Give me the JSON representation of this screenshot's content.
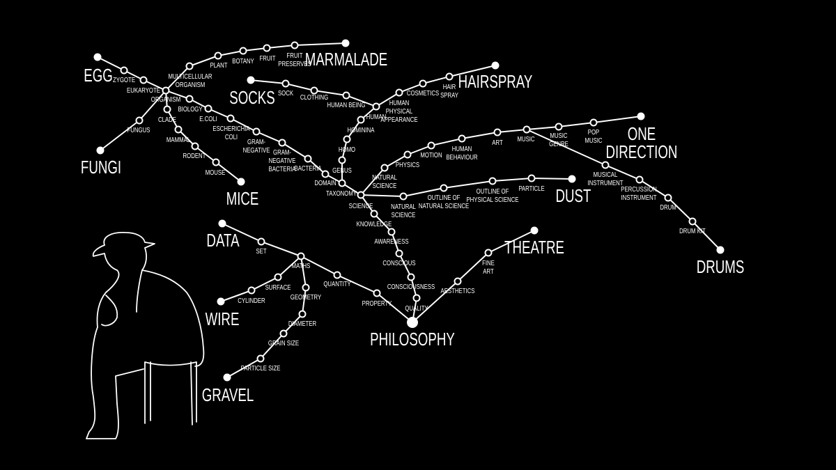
{
  "nodes": [
    {
      "id": "egg",
      "type": "end",
      "label": [
        "EGG"
      ]
    },
    {
      "id": "zygote",
      "type": "mid",
      "label": [
        "ZYGOTE"
      ]
    },
    {
      "id": "eukaryote",
      "type": "mid",
      "label": [
        "EUKARYOTE"
      ]
    },
    {
      "id": "organism",
      "type": "mid",
      "label": [
        "ORGANISM"
      ]
    },
    {
      "id": "multicellular",
      "type": "mid",
      "label": [
        "MULTICELLULAR",
        "ORGANISM"
      ]
    },
    {
      "id": "plant",
      "type": "mid",
      "label": [
        "PLANT"
      ]
    },
    {
      "id": "botany",
      "type": "mid",
      "label": [
        "BOTANY"
      ]
    },
    {
      "id": "fruit",
      "type": "mid",
      "label": [
        "FRUIT"
      ]
    },
    {
      "id": "fruitpreserves",
      "type": "mid",
      "label": [
        "FRUIT",
        "PRESERVES"
      ]
    },
    {
      "id": "marmalade",
      "type": "end",
      "label": [
        "MARMALADE"
      ]
    },
    {
      "id": "biology",
      "type": "mid",
      "label": [
        "BIOLOGY"
      ]
    },
    {
      "id": "ecoli",
      "type": "mid",
      "label": [
        "E.COLI"
      ]
    },
    {
      "id": "escherichia",
      "type": "mid",
      "label": [
        "ESCHERICHIA",
        "COLI"
      ]
    },
    {
      "id": "gramneg",
      "type": "mid",
      "label": [
        "GRAM-",
        "NEGATIVE"
      ]
    },
    {
      "id": "gramnegbact",
      "type": "mid",
      "label": [
        "GRAM-",
        "NEGATIVE",
        "BACTERIA"
      ]
    },
    {
      "id": "bacteria",
      "type": "mid",
      "label": [
        "BACTERIA"
      ]
    },
    {
      "id": "domain",
      "type": "mid",
      "label": [
        "DOMAIN"
      ]
    },
    {
      "id": "taxonomy",
      "type": "mid",
      "label": [
        "TAXONOMY"
      ]
    },
    {
      "id": "science",
      "type": "mid",
      "label": [
        "SCIENCE"
      ]
    },
    {
      "id": "fungus",
      "type": "mid",
      "label": [
        "FUNGUS"
      ]
    },
    {
      "id": "fungi",
      "type": "end",
      "label": [
        "FUNGI"
      ]
    },
    {
      "id": "clade",
      "type": "mid",
      "label": [
        "CLADE"
      ]
    },
    {
      "id": "mammal",
      "type": "mid",
      "label": [
        "MAMMAL"
      ]
    },
    {
      "id": "rodent",
      "type": "mid",
      "label": [
        "RODENT"
      ]
    },
    {
      "id": "mouse",
      "type": "mid",
      "label": [
        "MOUSE"
      ]
    },
    {
      "id": "mice",
      "type": "end",
      "label": [
        "MICE"
      ]
    },
    {
      "id": "socks",
      "type": "end",
      "label": [
        "SOCKS"
      ]
    },
    {
      "id": "sock",
      "type": "mid",
      "label": [
        "SOCK"
      ]
    },
    {
      "id": "clothing",
      "type": "mid",
      "label": [
        "CLOTHING"
      ]
    },
    {
      "id": "humanbeing",
      "type": "mid",
      "label": [
        "HUMAN BEING"
      ]
    },
    {
      "id": "human",
      "type": "mid",
      "label": [
        "HUMAN"
      ]
    },
    {
      "id": "hominina",
      "type": "mid",
      "label": [
        "HOMININA"
      ]
    },
    {
      "id": "homo",
      "type": "mid",
      "label": [
        "HOMO"
      ]
    },
    {
      "id": "genus",
      "type": "mid",
      "label": [
        "GENUS"
      ]
    },
    {
      "id": "hpa",
      "type": "mid",
      "label": [
        "HUMAN",
        "PHYSICAL",
        "APPEARANCE"
      ]
    },
    {
      "id": "cosmetics",
      "type": "mid",
      "label": [
        "COSMETICS"
      ]
    },
    {
      "id": "hairspraynode",
      "type": "mid",
      "label": [
        "HAIR",
        "SPRAY"
      ]
    },
    {
      "id": "hairspray",
      "type": "end",
      "label": [
        "HAIRSPRAY"
      ]
    },
    {
      "id": "natsci1",
      "type": "mid",
      "label": [
        "NATURAL",
        "SCIENCE"
      ]
    },
    {
      "id": "physics",
      "type": "mid",
      "label": [
        "PHYSICS"
      ]
    },
    {
      "id": "motion",
      "type": "mid",
      "label": [
        "MOTION"
      ]
    },
    {
      "id": "humbeh",
      "type": "mid",
      "label": [
        "HUMAN",
        "BEHAVIOUR"
      ]
    },
    {
      "id": "art",
      "type": "mid",
      "label": [
        "ART"
      ]
    },
    {
      "id": "music",
      "type": "mid",
      "label": [
        "MUSIC"
      ]
    },
    {
      "id": "musicgenre",
      "type": "mid",
      "label": [
        "MUSIC",
        "GENRE"
      ]
    },
    {
      "id": "popmusic",
      "type": "mid",
      "label": [
        "POP",
        "MUSIC"
      ]
    },
    {
      "id": "onedirection",
      "type": "end",
      "label": [
        "ONE",
        "DIRECTION"
      ]
    },
    {
      "id": "musicalinstrument",
      "type": "mid",
      "label": [
        "MUSICAL",
        "INSTRUMENT"
      ]
    },
    {
      "id": "percussion",
      "type": "mid",
      "label": [
        "PERCUSSION",
        "INSTRUMENT"
      ]
    },
    {
      "id": "drum",
      "type": "mid",
      "label": [
        "DRUM"
      ]
    },
    {
      "id": "drumkit",
      "type": "mid",
      "label": [
        "DRUM KIT"
      ]
    },
    {
      "id": "drums",
      "type": "end",
      "label": [
        "DRUMS"
      ]
    },
    {
      "id": "natsci2",
      "type": "mid",
      "label": [
        "NATURAL",
        "SCIENCE"
      ]
    },
    {
      "id": "outlinens",
      "type": "mid",
      "label": [
        "OUTLINE OF",
        "NATURAL SCIENCE"
      ]
    },
    {
      "id": "outlineps",
      "type": "mid",
      "label": [
        "OUTLINE OF",
        "PHYSICAL SCIENCE"
      ]
    },
    {
      "id": "particle",
      "type": "mid",
      "label": [
        "PARTICLE"
      ]
    },
    {
      "id": "dust",
      "type": "end",
      "label": [
        "DUST"
      ]
    },
    {
      "id": "knowledge",
      "type": "mid",
      "label": [
        "KNOWLEDGE"
      ]
    },
    {
      "id": "awareness",
      "type": "mid",
      "label": [
        "AWARENESS"
      ]
    },
    {
      "id": "conscious",
      "type": "mid",
      "label": [
        "CONSCIOUS"
      ]
    },
    {
      "id": "consciousness",
      "type": "mid",
      "label": [
        "CONSCIOUSNESS"
      ]
    },
    {
      "id": "quality",
      "type": "mid",
      "label": [
        "QUALITY"
      ]
    },
    {
      "id": "philosophy",
      "type": "root",
      "label": [
        "PHILOSOPHY"
      ]
    },
    {
      "id": "data",
      "type": "end",
      "label": [
        "DATA"
      ]
    },
    {
      "id": "set",
      "type": "mid",
      "label": [
        "SET"
      ]
    },
    {
      "id": "maths",
      "type": "mid",
      "label": [
        "MATHS"
      ]
    },
    {
      "id": "quantity",
      "type": "mid",
      "label": [
        "QUANTITY"
      ]
    },
    {
      "id": "property",
      "type": "mid",
      "label": [
        "PROPERTY"
      ]
    },
    {
      "id": "surface",
      "type": "mid",
      "label": [
        "SURFACE"
      ]
    },
    {
      "id": "cylinder",
      "type": "mid",
      "label": [
        "CYLINDER"
      ]
    },
    {
      "id": "wire",
      "type": "end",
      "label": [
        "WIRE"
      ]
    },
    {
      "id": "geometry",
      "type": "mid",
      "label": [
        "GEOMETRY"
      ]
    },
    {
      "id": "diameter",
      "type": "mid",
      "label": [
        "DIAMETER"
      ]
    },
    {
      "id": "grainsize",
      "type": "mid",
      "label": [
        "GRAIN SIZE"
      ]
    },
    {
      "id": "particlesize",
      "type": "mid",
      "label": [
        "PARTICLE SIZE"
      ]
    },
    {
      "id": "gravel",
      "type": "end",
      "label": [
        "GRAVEL"
      ]
    },
    {
      "id": "aesthetics",
      "type": "mid",
      "label": [
        "AESTHETICS"
      ]
    },
    {
      "id": "fineart",
      "type": "mid",
      "label": [
        "FINE",
        "ART"
      ]
    },
    {
      "id": "theatre",
      "type": "end",
      "label": [
        "THEATRE"
      ]
    }
  ],
  "paths": [
    [
      "egg",
      "zygote",
      "eukaryote",
      "organism"
    ],
    [
      "organism",
      "multicellular",
      "plant",
      "botany",
      "fruit",
      "fruitpreserves",
      "marmalade"
    ],
    [
      "organism",
      "biology",
      "ecoli",
      "escherichia",
      "gramneg",
      "gramnegbact",
      "bacteria",
      "domain",
      "taxonomy",
      "science"
    ],
    [
      "organism",
      "fungus",
      "fungi"
    ],
    [
      "organism",
      "clade",
      "mammal",
      "rodent",
      "mouse",
      "mice"
    ],
    [
      "socks",
      "sock",
      "clothing",
      "humanbeing",
      "human",
      "hominina",
      "homo",
      "genus",
      "taxonomy"
    ],
    [
      "human",
      "hpa",
      "cosmetics",
      "hairspraynode",
      "hairspray"
    ],
    [
      "science",
      "natsci1",
      "physics",
      "motion",
      "humbeh",
      "art",
      "music",
      "musicgenre",
      "popmusic",
      "onedirection"
    ],
    [
      "music",
      "musicalinstrument",
      "percussion",
      "drum",
      "drumkit",
      "drums"
    ],
    [
      "science",
      "natsci2",
      "outlinens",
      "outlineps",
      "particle",
      "dust"
    ],
    [
      "science",
      "knowledge",
      "awareness",
      "conscious",
      "consciousness",
      "quality",
      "philosophy"
    ],
    [
      "data",
      "set",
      "maths",
      "quantity",
      "property",
      "philosophy"
    ],
    [
      "maths",
      "surface",
      "cylinder",
      "wire"
    ],
    [
      "maths",
      "geometry",
      "diameter",
      "grainsize",
      "particlesize",
      "gravel"
    ],
    [
      "philosophy",
      "aesthetics",
      "fineart",
      "theatre"
    ]
  ]
}
